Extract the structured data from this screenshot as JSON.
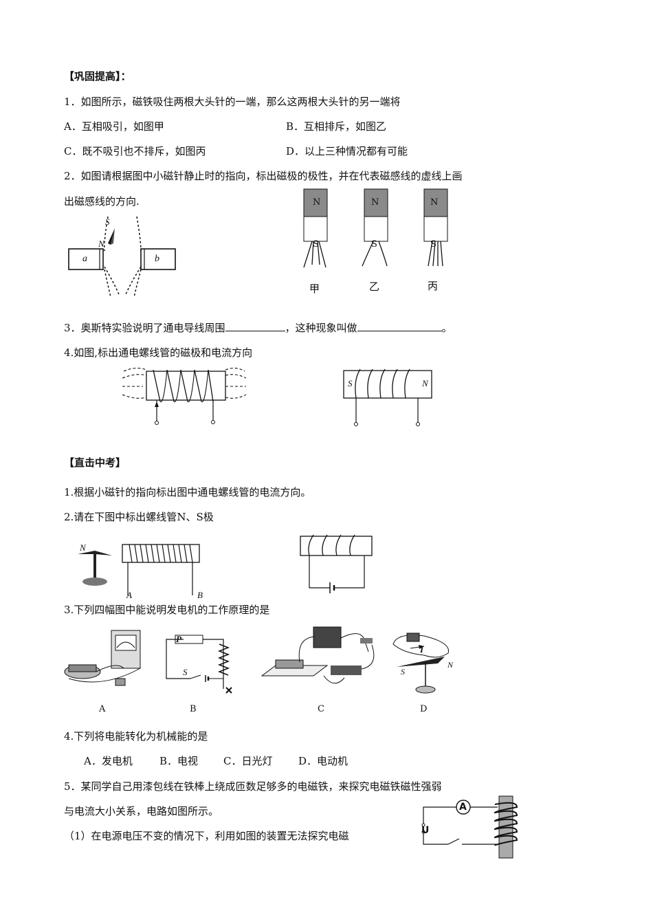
{
  "section1": {
    "heading": "【巩固提高】：",
    "q1": {
      "stem": "1．如图所示，磁铁吸住两根大头针的一端，那么这两根大头针的另一端将",
      "options": {
        "A": "A．互相吸引，如图甲",
        "B": "B．互相排斥，如图乙",
        "C": "C．既不吸引也不排斥，如图丙",
        "D": "D．以上三种情况都有可能"
      },
      "magnet_letter": "N",
      "pin_letter": "S",
      "labels": [
        "甲",
        "乙",
        "丙"
      ]
    },
    "q2": {
      "line1": "2．如图请根据图中小磁针静止时的指向，标出磁极的极性，并在代表磁感线的虚线上画",
      "line2": "出磁感线的方向.",
      "needle_s": "S",
      "needle_n": "N",
      "magnet_a": "a",
      "magnet_b": "b"
    },
    "q3": {
      "part1": "3．奥斯特实验说明了通电导线周围",
      "part2": "，这种现象叫做",
      "part3": "。"
    },
    "q4": {
      "stem": "4.如图,标出通电螺线管的磁极和电流方向",
      "left_pole": "S",
      "right_pole": "N"
    }
  },
  "section2": {
    "heading": "【直击中考】",
    "q1": "1.根据小磁针的指向标出图中通电螺线管的电流方向。",
    "q2": {
      "stem": "2.请在下图中标出螺线管N、S极",
      "needle_n": "N",
      "terminal_a": "A",
      "terminal_b": "B"
    },
    "q3": {
      "stem": "3.下列四幅图中能说明发电机的工作原理的是",
      "fig_labels": [
        "A",
        "B",
        "C",
        "D"
      ],
      "fig_b_p": "P",
      "fig_b_s": "S",
      "fig_d_i": "I",
      "fig_d_s": "S",
      "fig_d_n": "N"
    },
    "q4": {
      "stem": "4.下列将电能转化为机械能的是",
      "options": [
        "A．发电机",
        "B．电视",
        "C．日光灯",
        "D．电动机"
      ]
    },
    "q5": {
      "line1": "5．某同学自己用漆包线在铁棒上绕成匝数足够多的电磁铁，来探究电磁铁磁性强弱",
      "line2": "与电流大小关系，电路如图所示。",
      "line3": "（1）在电源电压不变的情况下，利用如图的装置无法探究电磁",
      "ammeter": "A",
      "source": "U"
    }
  }
}
